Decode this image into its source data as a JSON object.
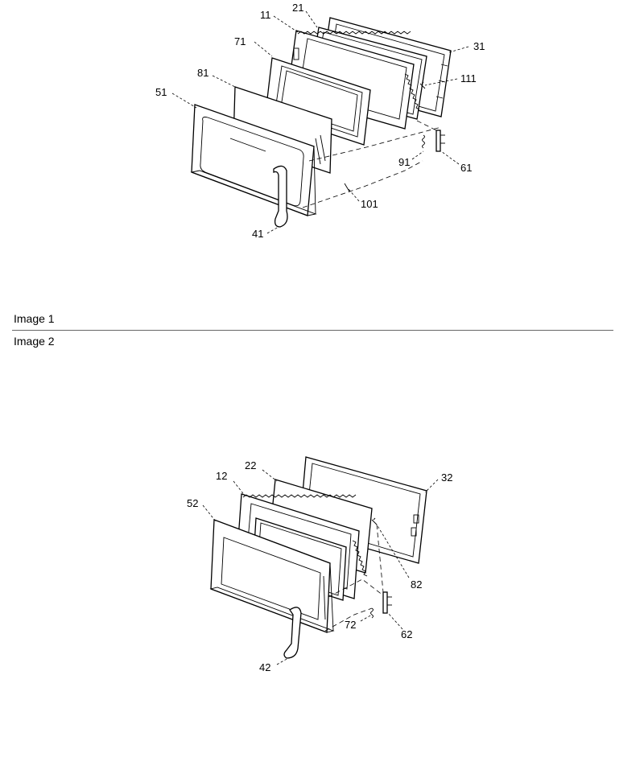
{
  "figure1": {
    "caption": "Image 1",
    "labels": {
      "p11": "11",
      "p21": "21",
      "p31": "31",
      "p71": "71",
      "p81": "81",
      "p51": "51",
      "p111": "111",
      "p91": "91",
      "p61": "61",
      "p101": "101",
      "p41": "41"
    }
  },
  "figure2": {
    "caption": "Image 2",
    "labels": {
      "p12": "12",
      "p22": "22",
      "p32": "32",
      "p52": "52",
      "p82": "82",
      "p72": "72",
      "p62": "62",
      "p42": "42"
    }
  }
}
